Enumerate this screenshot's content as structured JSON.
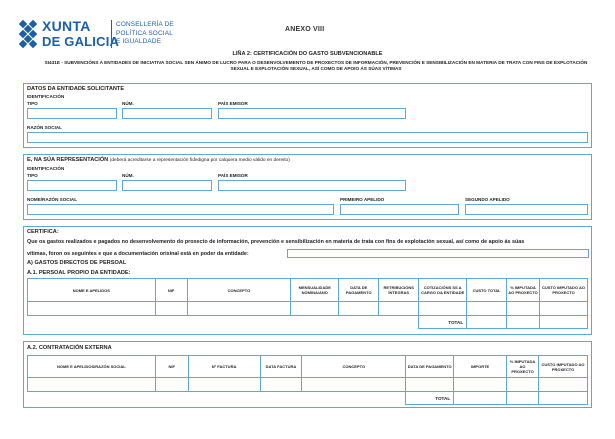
{
  "header": {
    "logo_top": "XUNTA",
    "logo_bottom": "DE GALICIA",
    "consellerias": [
      "CONSELLERÍA DE",
      "POLÍTICA SOCIAL",
      "E IGUALDADE"
    ],
    "anexo": "ANEXO VIII",
    "line": "LIÑA 2: CERTIFICACIÓN DO GASTO SUBVENCIONABLE",
    "subtitle": "SI431E - SUBVENCIÓNS A ENTIDADES DE INICIATIVA SOCIAL SEN ÁNIMO DE LUCRO PARA O DESENVOLVEMENTO DE PROXECTOS DE INFORMACIÓN, PREVENCIÓN E SENSIBILIZACIÓN EN MATERIA DE TRATA CON FINS DE EXPLOTACIÓN SEXUAL E EXPLOTACIÓN SEXUAL, ASÍ COMO DE APOIO ÁS SÚAS VÍTIMAS"
  },
  "solicitante": {
    "title": "DATOS DA ENTIDADE SOLICITANTE",
    "identificacion": "IDENTIFICACIÓN",
    "tipo": "TIPO",
    "num": "NÚM.",
    "pais": "PAÍS EMISOR",
    "razon": "RAZÓN SOCIAL"
  },
  "representacion": {
    "title": "E, NA SÚA REPRESENTACIÓN",
    "note": "(deberá acreditarse a representación fidedigna por calquera medio válido en dereito)",
    "identificacion": "IDENTIFICACIÓN",
    "tipo": "TIPO",
    "num": "NÚM.",
    "pais": "PAÍS EMISOR",
    "nome": "NOME/RAZÓN SOCIAL",
    "primeiro": "PRIMEIRO APELIDO",
    "segundo": "SEGUNDO APELIDO"
  },
  "certifica": {
    "title": "CERTIFICA:",
    "text1": "Que os gastos realizados e pagados no desenvolvemento do proxecto de información, prevención e sensibilización en materia de trata con fins de explotación sexual, así como de apoio ás súas",
    "text2": "vítimas, foron os seguintes e que a documentación orixinal está en poder da entidade:",
    "gastos": "A) GASTOS DIRECTOS DE PERSOAL",
    "a1": "A.1. PERSOAL PROPIO DA ENTIDADE:",
    "a1_headers": [
      "NOME E APELIDOS",
      "NIF",
      "CONCEPTO",
      "MENSUALIDADE NÓMINA/ANO",
      "DATA DE PAGAMENTO",
      "RETRIBUCIÓNS ÍNTEGRAS",
      "COTIZACIÓNS SS A CARGO DA ENTIDADE",
      "CUSTO TOTAL",
      "% IMPUTADA AO PROXECTO",
      "CUSTO IMPUTADO AO PROXECTO"
    ],
    "total": "TOTAL"
  },
  "externa": {
    "title": "A.2. CONTRATACIÓN EXTERNA",
    "headers": [
      "NOME E APELIDOS/RAZÓN SOCIAL",
      "NIF",
      "Nº FACTURA",
      "DATA FACTURA",
      "CONCEPTO",
      "DATA DE PAGAMENTO",
      "IMPORTE",
      "% IMPUTADA AO PROXECTO",
      "CUSTO IMPUTADO AO PROXECTO"
    ],
    "total": "TOTAL"
  },
  "colors": {
    "brand": "#1b5fa8",
    "border": "#5ca9d6"
  }
}
